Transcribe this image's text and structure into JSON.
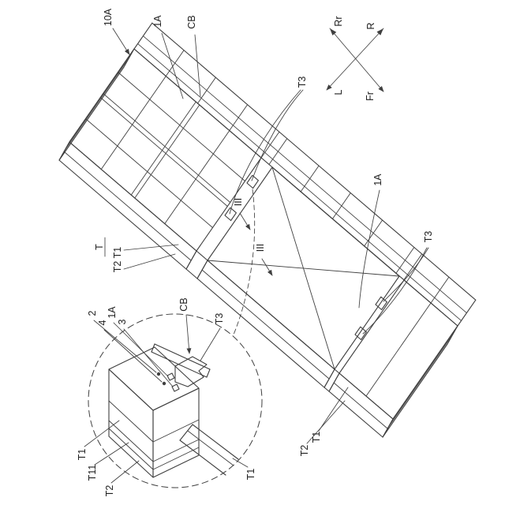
{
  "figure": {
    "colors": {
      "background": "#ffffff",
      "line": "#3f3f3f",
      "text": "#1f1f1f"
    }
  },
  "compass": {
    "rear": "Rr",
    "right": "R",
    "left": "L",
    "front": "Fr"
  },
  "main_view": {
    "assembly_ref": "10A",
    "module_ref_top": "1A",
    "cover_ref_top": "CB",
    "bracket_ref_top": "T3",
    "module_ref_right": "1A",
    "bracket_ref_right": "T3",
    "section_mark_a": "III",
    "section_mark_b": "III",
    "thickness_total": "T",
    "thickness_layers": "T2 T1",
    "thickness_t2_br": "T2",
    "thickness_t1_br": "T1"
  },
  "detail_view": {
    "ref_2": "2",
    "ref_4": "4",
    "ref_1a": "1A",
    "ref_3": "3",
    "ref_cb": "CB",
    "ref_t3": "T3",
    "layer_t1": "T1",
    "layer_t11": "T11",
    "layer_t2": "T2",
    "layer_t1_right": "T1"
  }
}
